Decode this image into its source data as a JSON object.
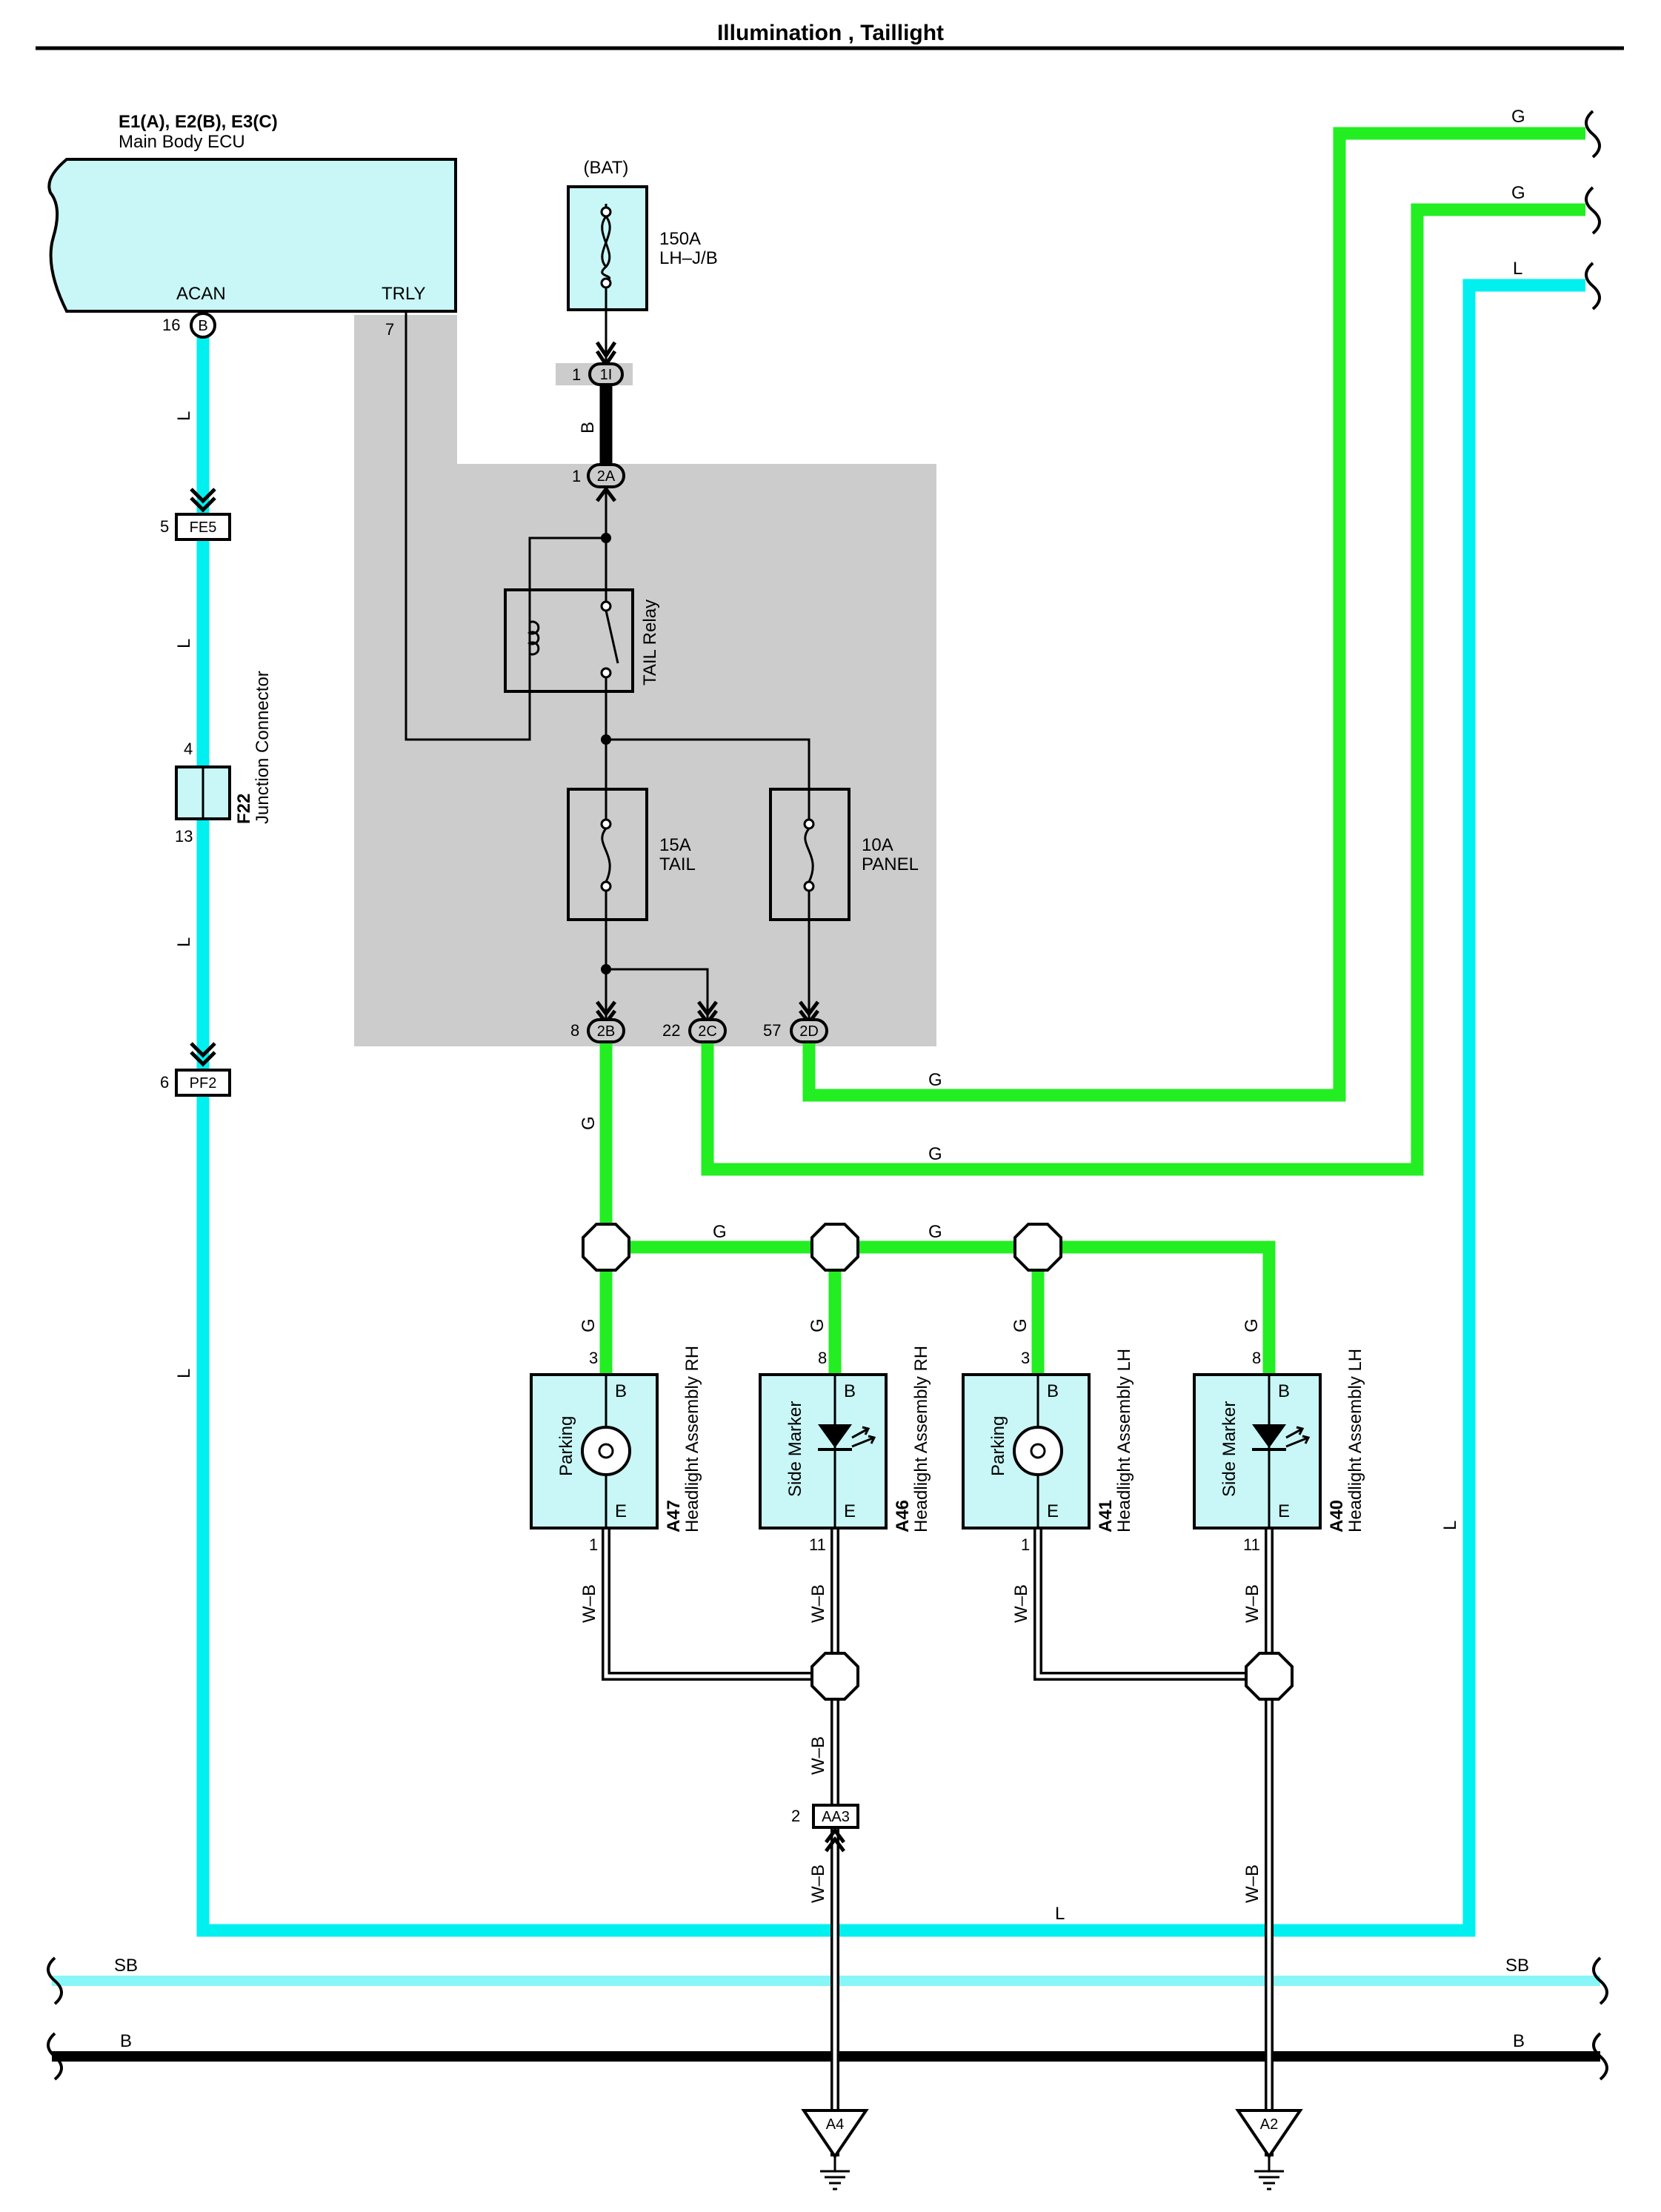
{
  "header": {
    "title": "Illumination , Taillight"
  },
  "colors": {
    "G": "#22ee22",
    "L": "#00f0f0",
    "SB": "#88f6f6",
    "B": "#000000",
    "component_fill": "#c9f6f6",
    "junction_block_fill": "#cccccc"
  },
  "ecu": {
    "codes": "E1(A), E2(B), E3(C)",
    "name": "Main Body ECU",
    "pin_acan": "ACAN",
    "pin_trly": "TRLY",
    "acan_pin_no": "16",
    "acan_connector": "B",
    "trly_pin_no": "7"
  },
  "battery": {
    "label": "(BAT)",
    "fuse_rating": "150A",
    "fuse_location": "LH–J/B"
  },
  "relay": {
    "label": "TAIL Relay"
  },
  "fuses": {
    "tail_rating": "15A",
    "tail_name": "TAIL",
    "panel_rating": "10A",
    "panel_name": "PANEL"
  },
  "connectors": {
    "c1I_pin": "1",
    "c1I": "1I",
    "c2A_pin": "1",
    "c2A": "2A",
    "c2B_pin": "8",
    "c2B": "2B",
    "c2C_pin": "22",
    "c2C": "2C",
    "c2D_pin": "57",
    "c2D": "2D",
    "fe5_pin": "5",
    "fe5": "FE5",
    "pf2_pin": "6",
    "pf2": "PF2",
    "aa3_pin": "2",
    "aa3": "AA3"
  },
  "junction_connector": {
    "code": "F22",
    "name": "Junction Connector",
    "pin_top": "4",
    "pin_bottom": "13"
  },
  "wire_labels": {
    "B": "B",
    "L": "L",
    "G": "G",
    "WB": "W–B",
    "SB": "SB"
  },
  "headlights": [
    {
      "code": "A47",
      "name": "Headlight Assembly RH",
      "function": "Parking",
      "pin_b": "3",
      "pin_e": "1",
      "term_b": "B",
      "term_e": "E"
    },
    {
      "code": "A46",
      "name": "Headlight Assembly RH",
      "function": "Side Marker",
      "pin_b": "8",
      "pin_e": "11",
      "term_b": "B",
      "term_e": "E"
    },
    {
      "code": "A41",
      "name": "Headlight Assembly LH",
      "function": "Parking",
      "pin_b": "3",
      "pin_e": "1",
      "term_b": "B",
      "term_e": "E"
    },
    {
      "code": "A40",
      "name": "Headlight Assembly LH",
      "function": "Side Marker",
      "pin_b": "8",
      "pin_e": "11",
      "term_b": "B",
      "term_e": "E"
    }
  ],
  "grounds": {
    "left": "A4",
    "right": "A2"
  }
}
